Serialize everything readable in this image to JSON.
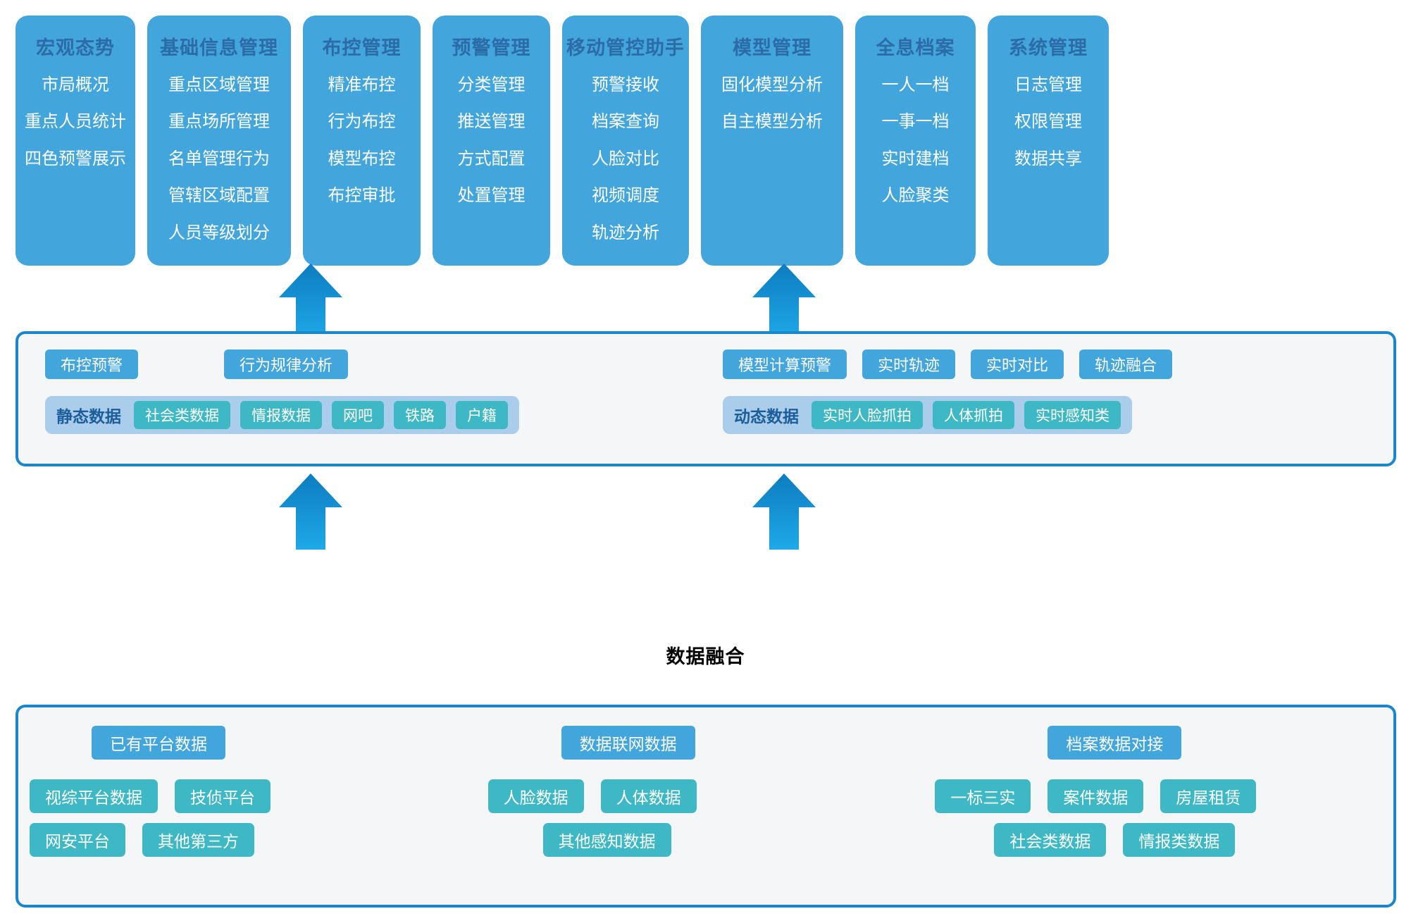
{
  "colors": {
    "card_blue": "#42a5dc",
    "card_title_blue": "#2c6ca6",
    "band_border_blue": "#1a87cc",
    "band_fill": "#f4f6f8",
    "strip_blue": "#a9cdea",
    "teal_chip": "#3fb8c6",
    "arrow_top": "#0d7cc0",
    "arrow_bottom": "#1fa9e8",
    "text_white": "#ffffff",
    "text_black": "#000000"
  },
  "top_modules": [
    {
      "title": "宏观态势",
      "items": [
        "市局概况",
        "重点人员统计",
        "四色预警展示"
      ]
    },
    {
      "title": "基础信息管理",
      "items": [
        "重点区域管理",
        "重点场所管理",
        "名单管理行为",
        "管辖区域配置",
        "人员等级划分"
      ]
    },
    {
      "title": "布控管理",
      "items": [
        "精准布控",
        "行为布控",
        "模型布控",
        "布控审批"
      ]
    },
    {
      "title": "预警管理",
      "items": [
        "分类管理",
        "推送管理",
        "方式配置",
        "处置管理"
      ]
    },
    {
      "title": "移动管控助手",
      "items": [
        "预警接收",
        "档案查询",
        "人脸对比",
        "视频调度",
        "轨迹分析"
      ]
    },
    {
      "title": "模型管理",
      "items": [
        "固化模型分析",
        "自主模型分析"
      ]
    },
    {
      "title": "全息档案",
      "items": [
        "一人一档",
        "一事一档",
        "实时建档",
        "人脸聚类"
      ]
    },
    {
      "title": "系统管理",
      "items": [
        "日志管理",
        "权限管理",
        "数据共享"
      ]
    }
  ],
  "middle_band": {
    "left": {
      "chips": [
        "布控预警",
        "行为规律分析"
      ],
      "strip": {
        "label": "静态数据",
        "items": [
          "社会类数据",
          "情报数据",
          "网吧",
          "铁路",
          "户籍"
        ]
      }
    },
    "right": {
      "chips": [
        "模型计算预警",
        "实时轨迹",
        "实时对比",
        "轨迹融合"
      ],
      "strip": {
        "label": "动态数据",
        "items": [
          "实时人脸抓拍",
          "人体抓拍",
          "实时感知类"
        ]
      }
    }
  },
  "fusion_label": "数据融合",
  "bottom_band": {
    "groups": [
      {
        "head": "已有平台数据",
        "row1": [
          "视综平台数据",
          "技侦平台"
        ],
        "row2": [
          "网安平台",
          "其他第三方"
        ]
      },
      {
        "head": "数据联网数据",
        "row1": [
          "人脸数据",
          "人体数据"
        ],
        "row2": [
          "其他感知数据"
        ]
      },
      {
        "head": "档案数据对接",
        "row1": [
          "一标三实",
          "案件数据",
          "房屋租赁"
        ],
        "row2": [
          "社会类数据",
          "情报类数据"
        ]
      }
    ]
  }
}
